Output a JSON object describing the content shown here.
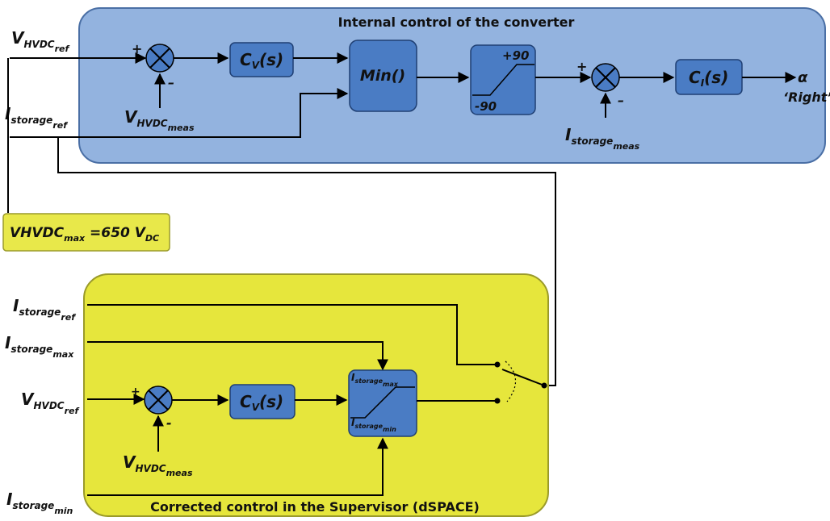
{
  "top_panel": {
    "title": "Internal control of the converter",
    "fill": "#93b3df",
    "input_v_ref": {
      "base": "V",
      "sub": "HVDC",
      "subsub": "ref"
    },
    "input_i_ref": {
      "base": "I",
      "sub": "storage",
      "subsub": "ref"
    },
    "sum1": {
      "plus": "+",
      "minus": "–"
    },
    "meas_v": {
      "base": "V",
      "sub": "HVDC",
      "subsub": "meas"
    },
    "cv_block": {
      "base": "C",
      "sub": "V",
      "tail": "(s)"
    },
    "min_block": {
      "label": "Min()"
    },
    "sat_block": {
      "upper": "+90",
      "lower": "-90"
    },
    "sum2": {
      "plus": "+",
      "minus": "–"
    },
    "meas_i": {
      "base": "I",
      "sub": "storage",
      "subsub": "meas"
    },
    "ci_block": {
      "base": "C",
      "sub": "I",
      "tail": "(s)"
    },
    "output": {
      "symbol": "α",
      "label": "‘Right’"
    }
  },
  "limit_box": {
    "base": "VHVDC",
    "sub": "max",
    "value": " =650 V",
    "unit_sub": "DC",
    "fill": "#e8e84a"
  },
  "bottom_panel": {
    "title": "Corrected control in the Supervisor (dSPACE)",
    "fill": "#e6e63c",
    "in_i_ref": {
      "base": "I",
      "sub": "storage",
      "subsub": "ref"
    },
    "in_i_max": {
      "base": "I",
      "sub": "storage",
      "subsub": "max"
    },
    "in_v_ref": {
      "base": "V",
      "sub": "HVDC",
      "subsub": "ref"
    },
    "in_i_min": {
      "base": "I",
      "sub": "storage",
      "subsub": "min"
    },
    "sum": {
      "plus": "+",
      "minus": "-"
    },
    "meas_v": {
      "base": "V",
      "sub": "HVDC",
      "subsub": "meas"
    },
    "cv_block": {
      "base": "C",
      "sub": "V",
      "tail": "(s)"
    },
    "sat_block": {
      "upper": {
        "base": "I",
        "sub": "storage",
        "subsub": "max"
      },
      "lower": {
        "base": "I",
        "sub": "storage",
        "subsub": "min"
      }
    }
  },
  "colors": {
    "block": "#4a7cc4",
    "block_border": "#1f3f73",
    "top_border": "#4a6fa5",
    "bottom_border": "#9a9a2a"
  }
}
